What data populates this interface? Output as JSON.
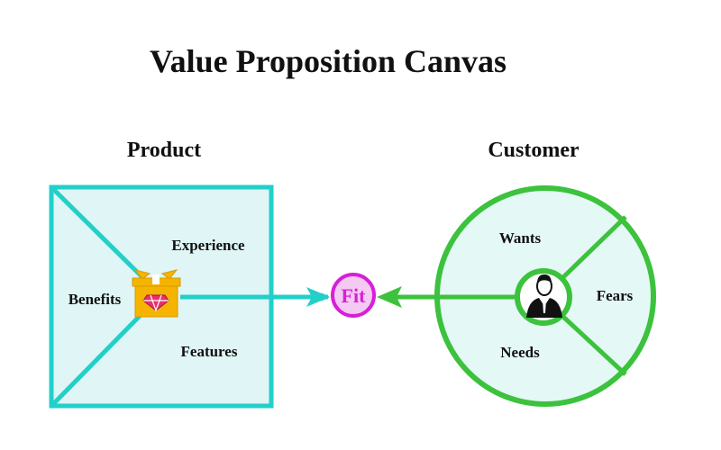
{
  "title": "Value Proposition Canvas",
  "product": {
    "heading": "Product",
    "segments": [
      "Experience",
      "Benefits",
      "Features"
    ],
    "icon": "gift-with-diamond-icon"
  },
  "fit": {
    "label": "Fit"
  },
  "customer": {
    "heading": "Customer",
    "segments": [
      "Wants",
      "Fears",
      "Needs"
    ],
    "icon": "businessman-icon"
  },
  "colors": {
    "product": "#22cfc9",
    "product_fill": "#dff5f6",
    "customer": "#3cc23c",
    "customer_fill": "#e4f8f6",
    "fit": "#d81fd8",
    "fit_fill": "#f4c9f2",
    "gift": "#f5b400"
  }
}
